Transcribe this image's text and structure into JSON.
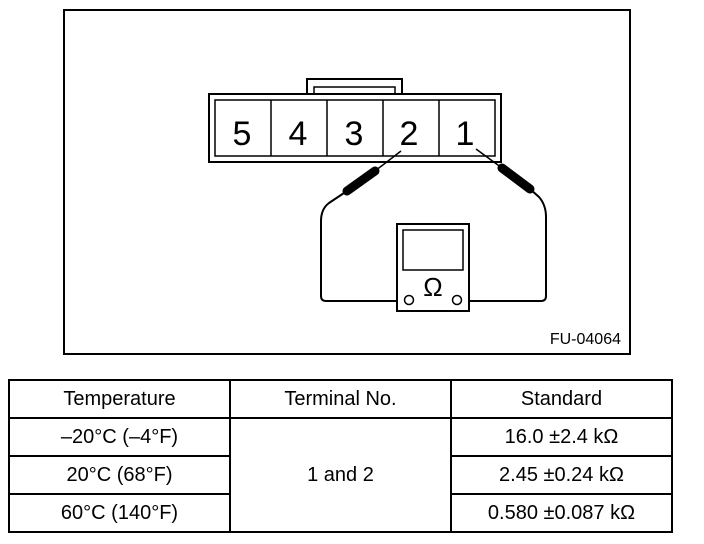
{
  "figure": {
    "terminals": [
      "5",
      "4",
      "3",
      "2",
      "1"
    ],
    "meter_symbol": "Ω",
    "figure_code": "FU-04064"
  },
  "table": {
    "headers": [
      "Temperature",
      "Terminal No.",
      "Standard"
    ],
    "rows": [
      {
        "temperature": "–20°C (–4°F)",
        "standard": "16.0 ±2.4 kΩ"
      },
      {
        "temperature": "20°C (68°F)",
        "standard": "2.45 ±0.24 kΩ"
      },
      {
        "temperature": "60°C (140°F)",
        "standard": "0.580 ±0.087 kΩ"
      }
    ],
    "terminal_no": "1 and 2"
  }
}
